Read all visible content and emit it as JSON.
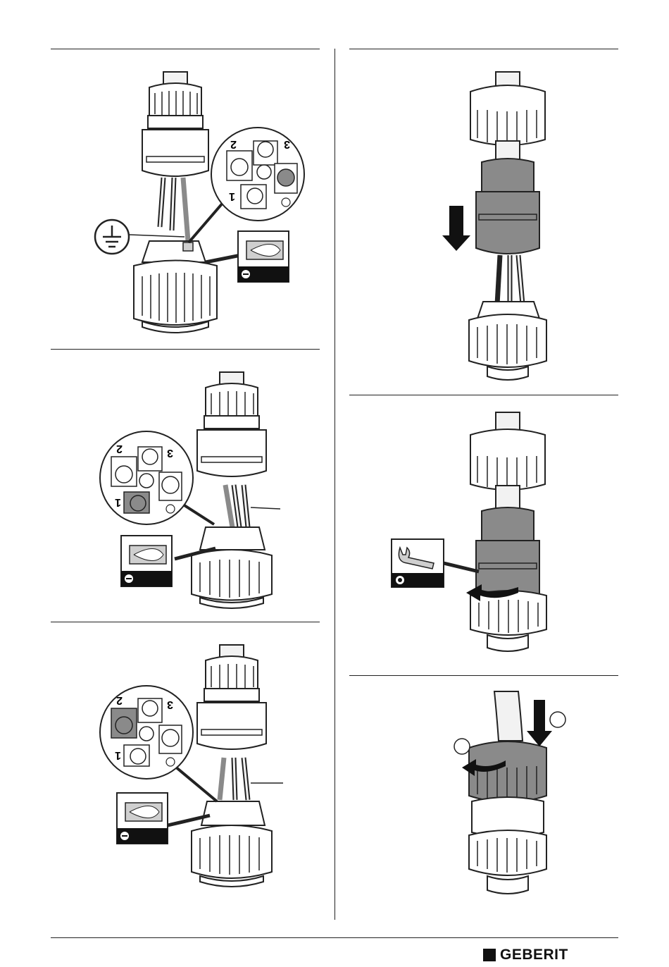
{
  "colors": {
    "line": "#222222",
    "shade": "#8a8a8a",
    "light": "#f2f2f2",
    "highlight": "#cfcfcf",
    "dark": "#111111"
  },
  "icons": [
    "earth-ground-icon",
    "flat-screwdriver-icon",
    "open-end-wrench-icon",
    "arrow-down-icon",
    "rotate-arrow-icon"
  ],
  "panels": [
    {
      "id": "step-1",
      "terminals": [
        "2",
        "3",
        "1"
      ]
    },
    {
      "id": "step-2",
      "terminals": [
        "2",
        "3",
        "1"
      ]
    },
    {
      "id": "step-3",
      "terminals": [
        "2",
        "3",
        "1"
      ]
    },
    {
      "id": "step-4"
    },
    {
      "id": "step-5"
    },
    {
      "id": "step-6"
    }
  ],
  "footer": {
    "brand": "GEBERIT"
  }
}
